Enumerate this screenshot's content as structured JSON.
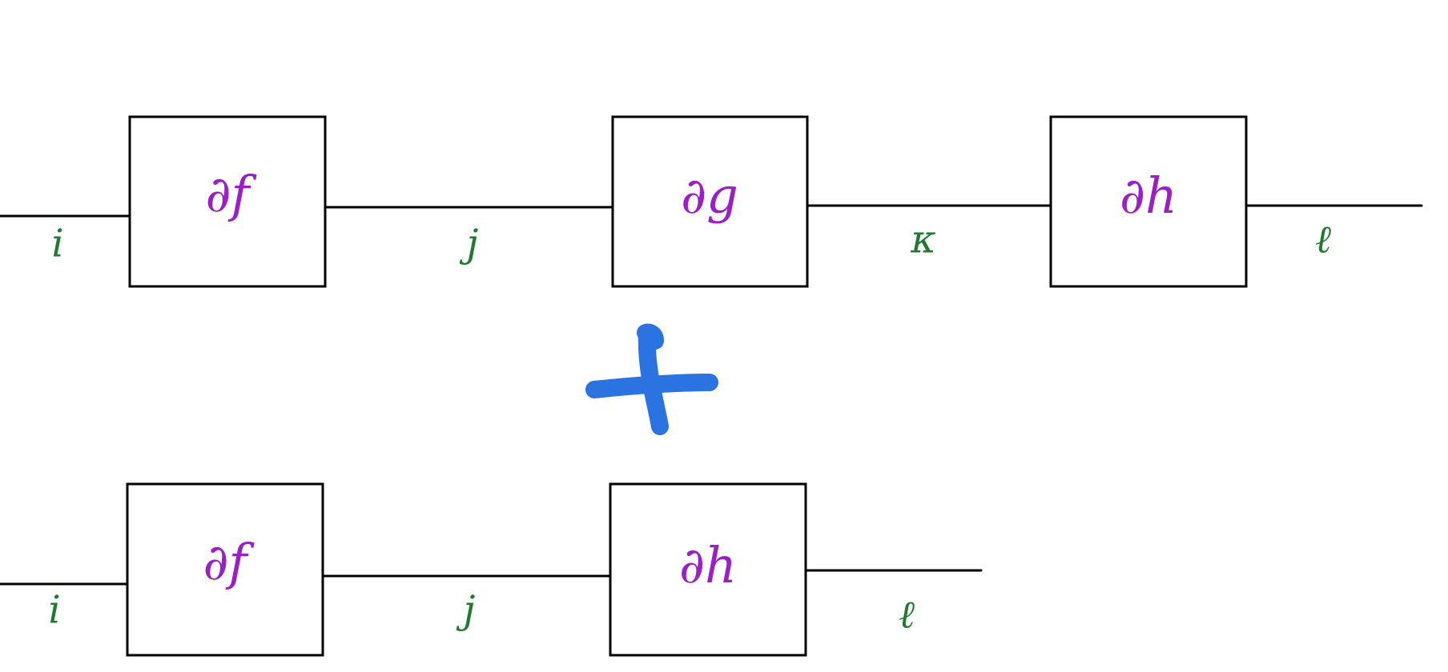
{
  "colors": {
    "operator": "#9a1fc4",
    "index": "#1f7a2e",
    "plus": "#2a73e0",
    "line": "#000000",
    "background": "#ffffff"
  },
  "top_chain": {
    "boxes": [
      {
        "id": "box-df",
        "label": "∂f"
      },
      {
        "id": "box-dg",
        "label": "∂g"
      },
      {
        "id": "box-dh",
        "label": "∂h"
      }
    ],
    "indices": [
      {
        "id": "index-i",
        "label": "i"
      },
      {
        "id": "index-j",
        "label": "j"
      },
      {
        "id": "index-k",
        "label": "κ"
      },
      {
        "id": "index-l",
        "label": "ℓ"
      }
    ]
  },
  "bottom_chain": {
    "boxes": [
      {
        "id": "box-df",
        "label": "∂f"
      },
      {
        "id": "box-dh",
        "label": "∂h"
      }
    ],
    "indices": [
      {
        "id": "index-i",
        "label": "i"
      },
      {
        "id": "index-j",
        "label": "j"
      },
      {
        "id": "index-l",
        "label": "ℓ"
      }
    ]
  },
  "operator_symbol": {
    "name": "plus-sign-icon"
  }
}
